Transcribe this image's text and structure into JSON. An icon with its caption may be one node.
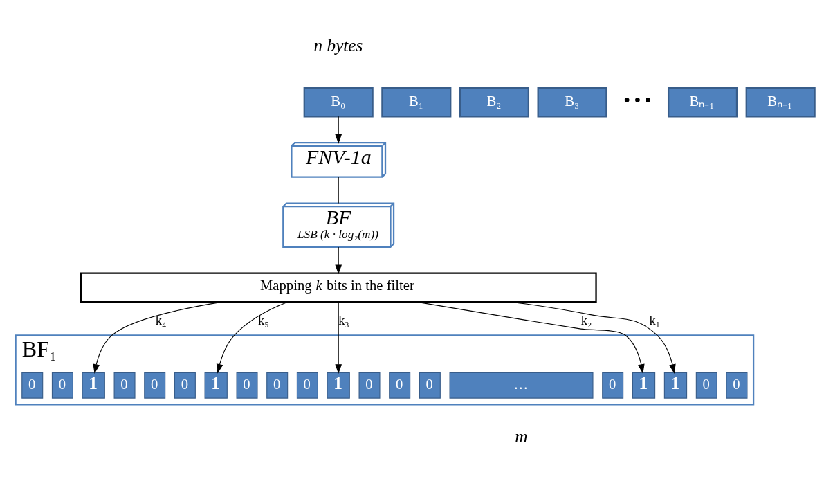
{
  "diagram": {
    "nodes": [
      {
        "text": [
          "B₀"
        ]
      },
      {
        "text": [
          "B₁"
        ]
      },
      {
        "text": [
          "B₂"
        ]
      },
      {
        "text": [
          "B₃"
        ]
      },
      {
        "text": [
          "Bₙ₋₁"
        ]
      },
      {
        "text": [
          "Bₙ₋₁"
        ]
      },
      {
        "text": [
          "FNV-1a"
        ]
      },
      {
        "text": [
          "BF",
          "LSB (k · log₂(m))"
        ]
      },
      {
        "text": [
          "Mapping *k* bits in the filter"
        ]
      },
      {
        "text": [
          "BF₁"
        ]
      },
      {
        "text": [
          "0"
        ],
        "in": 9
      },
      {
        "text": [
          "0"
        ],
        "in": 9
      },
      {
        "text": [
          "1"
        ],
        "in": 9
      },
      {
        "text": [
          "0"
        ],
        "in": 9
      },
      {
        "text": [
          "0"
        ],
        "in": 9
      },
      {
        "text": [
          "0"
        ],
        "in": 9
      },
      {
        "text": [
          "1"
        ],
        "in": 9
      },
      {
        "text": [
          "0"
        ],
        "in": 9
      },
      {
        "text": [
          "0"
        ],
        "in": 9
      },
      {
        "text": [
          "0"
        ],
        "in": 9
      },
      {
        "text": [
          "1"
        ],
        "in": 9
      },
      {
        "text": [
          "0"
        ],
        "in": 9
      },
      {
        "text": [
          "0"
        ],
        "in": 9
      },
      {
        "text": [
          "0"
        ],
        "in": 9
      },
      {
        "text": [
          "…"
        ],
        "in": 9
      },
      {
        "text": [
          "0"
        ],
        "in": 9
      },
      {
        "text": [
          "1"
        ],
        "in": 9
      },
      {
        "text": [
          "1"
        ],
        "in": 9
      },
      {
        "text": [
          "0"
        ],
        "in": 9
      },
      {
        "text": [
          "0"
        ],
        "in": 9
      }
    ],
    "edges": [
      {
        "from": 0,
        "to": 6,
        "arrow": "to"
      },
      {
        "from": 6,
        "to": 7,
        "arrow": "none"
      },
      {
        "from": 7,
        "to": 8,
        "arrow": "to"
      },
      {
        "from": 8,
        "to": 12,
        "arrow": "to",
        "label": "k₄"
      },
      {
        "from": 8,
        "to": 16,
        "arrow": "to",
        "label": "k₅"
      },
      {
        "from": 8,
        "to": 20,
        "arrow": "to",
        "label": "k₃"
      },
      {
        "from": 8,
        "to": 26,
        "arrow": "to",
        "label": "k₂"
      },
      {
        "from": 8,
        "to": 27,
        "arrow": "to",
        "label": "k₁"
      }
    ],
    "labels": [
      "n bytes",
      "• • •",
      "m"
    ]
  }
}
